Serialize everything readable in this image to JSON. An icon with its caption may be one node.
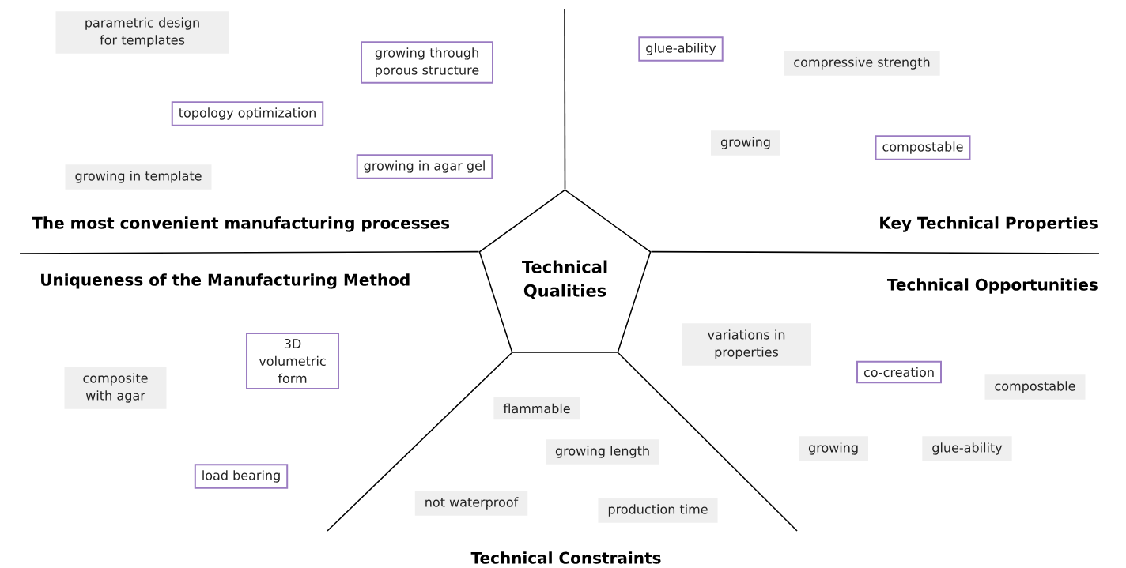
{
  "diagram": {
    "nodes": [
      {
        "text": [
          "Technical Qualities"
        ]
      },
      {
        "text": [
          "parametric design for templates"
        ]
      },
      {
        "text": [
          "growing through porous structure"
        ]
      },
      {
        "text": [
          "topology optimization"
        ]
      },
      {
        "text": [
          "growing in template"
        ]
      },
      {
        "text": [
          "growing in agar gel"
        ]
      },
      {
        "text": [
          "glue-ability"
        ]
      },
      {
        "text": [
          "compressive strength"
        ]
      },
      {
        "text": [
          "growing"
        ]
      },
      {
        "text": [
          "compostable"
        ]
      },
      {
        "text": [
          "variations in properties"
        ]
      },
      {
        "text": [
          "co-creation"
        ]
      },
      {
        "text": [
          "compostable"
        ]
      },
      {
        "text": [
          "growing"
        ]
      },
      {
        "text": [
          "glue-ability"
        ]
      },
      {
        "text": [
          "3D volumetric form"
        ]
      },
      {
        "text": [
          "composite with agar"
        ]
      },
      {
        "text": [
          "load bearing"
        ]
      },
      {
        "text": [
          "flammable"
        ]
      },
      {
        "text": [
          "growing length"
        ]
      },
      {
        "text": [
          "not waterproof"
        ]
      },
      {
        "text": [
          "production time"
        ]
      }
    ],
    "labels": [
      "The most convenient manufacturing processes",
      "Key Technical Properties",
      "Uniqueness of the Manufacturing Method",
      "Technical Opportunities",
      "Technical Constraints"
    ]
  }
}
